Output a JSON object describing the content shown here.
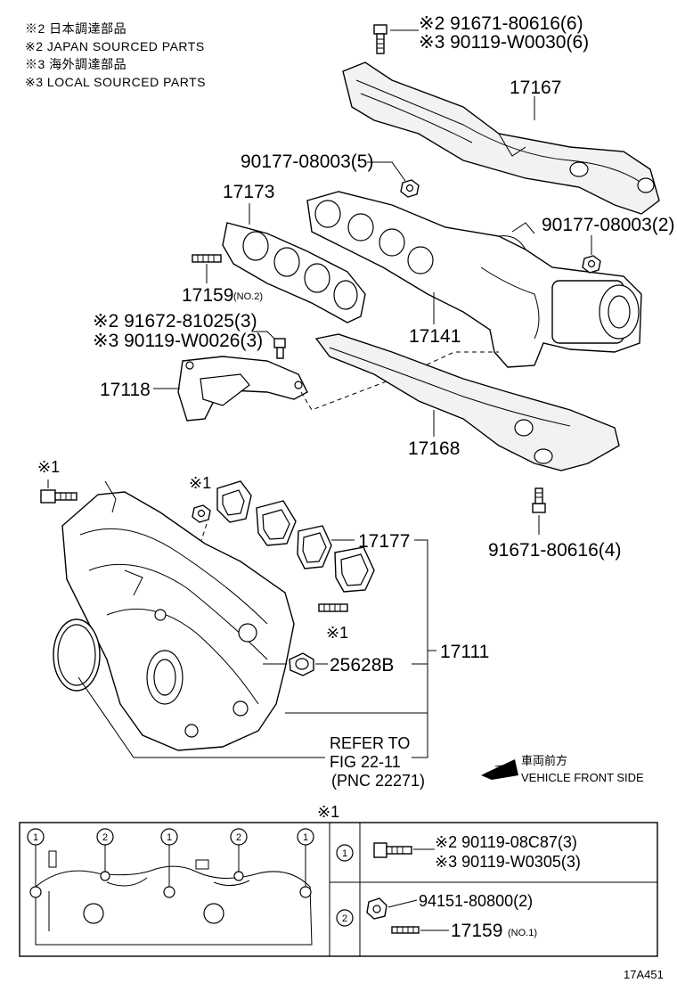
{
  "notes": [
    "※2 日本調達部品",
    "※2 JAPAN SOURCED PARTS",
    "※3 海外調達部品",
    "※3 LOCAL SOURCED PARTS"
  ],
  "labels": {
    "bolt_top_a": "※2 91671-80616(6)",
    "bolt_top_b": "※3 90119-W0030(6)",
    "p17167": "17167",
    "nut_5": "90177-08003(5)",
    "p17173": "17173",
    "nut_2": "90177-08003(2)",
    "stud_17159": "17159",
    "stud_17159_note": "(NO.2)",
    "bolt_mid_a": "※2 91672-81025(3)",
    "bolt_mid_b": "※3 90119-W0026(3)",
    "p17141": "17141",
    "p17118": "17118",
    "p17168": "17168",
    "mark1_a": "※1",
    "mark1_b": "※1",
    "mark1_c": "※1",
    "p17177": "17177",
    "bolt_bottom": "91671-80616(4)",
    "p17111": "17111",
    "p25628B": "25628B",
    "refer_1": "REFER TO",
    "refer_2": "FIG 22-11",
    "refer_3": "(PNC 22271)",
    "front_jp": "車両前方",
    "front_en": "VEHICLE FRONT SIDE"
  },
  "legend": {
    "title": "※1",
    "markers": [
      "1",
      "2",
      "1",
      "2",
      "1"
    ],
    "rows": [
      {
        "id": "1",
        "lines": [
          "※2 90119-08C87(3)",
          "※3 90119-W0305(3)"
        ]
      },
      {
        "id": "2",
        "lines": [
          "94151-80800(2)",
          "17159"
        ],
        "note": "(NO.1)"
      }
    ]
  },
  "figure_id": "17A451"
}
